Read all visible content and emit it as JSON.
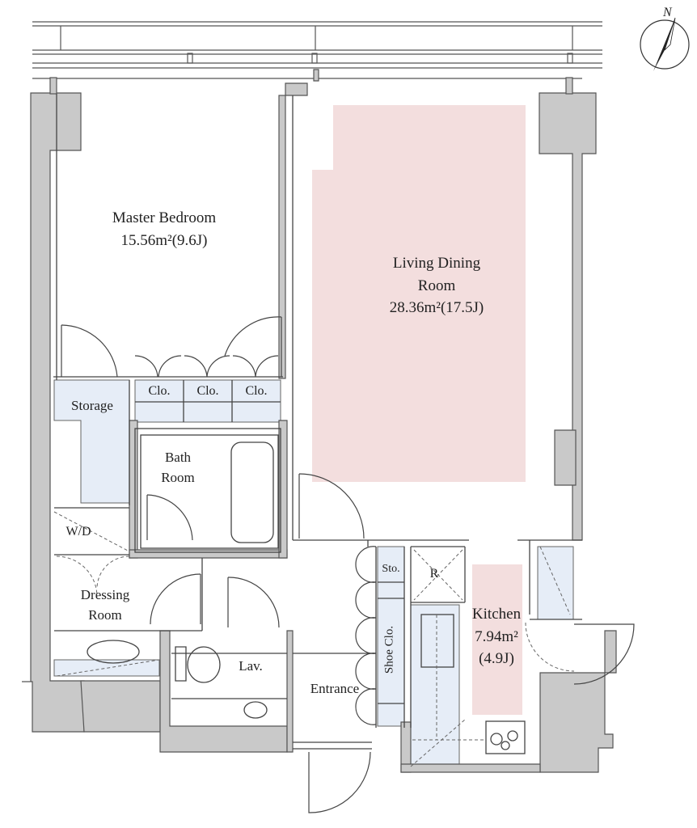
{
  "colors": {
    "wall": "#c9c9c9",
    "wall_edge": "#555555",
    "living_highlight": "#f3dede",
    "wet_area": "#e6edf7",
    "line": "#333333"
  },
  "compass": {
    "north_label": "N",
    "icon": "north-arrow-icon"
  },
  "rooms": {
    "master_bedroom": {
      "name": "Master Bedroom",
      "area": "15.56m²(9.6J)"
    },
    "living_dining": {
      "name_line1": "Living Dining",
      "name_line2": "Room",
      "area": "28.36m²(17.5J)"
    },
    "storage": {
      "name": "Storage"
    },
    "closet1": {
      "name": "Clo."
    },
    "closet2": {
      "name": "Clo."
    },
    "closet3": {
      "name": "Clo."
    },
    "bath": {
      "name_line1": "Bath",
      "name_line2": "Room"
    },
    "washer": {
      "name": "W/D"
    },
    "dressing": {
      "name_line1": "Dressing",
      "name_line2": "Room"
    },
    "lavatory": {
      "name": "Lav."
    },
    "entrance": {
      "name": "Entrance"
    },
    "storage_small": {
      "name": "Sto."
    },
    "shoe_closet": {
      "name": "Shoe Clo."
    },
    "refrigerator": {
      "name": "R"
    },
    "kitchen": {
      "name": "Kitchen",
      "area": "7.94m²",
      "tatami": "(4.9J)"
    }
  }
}
